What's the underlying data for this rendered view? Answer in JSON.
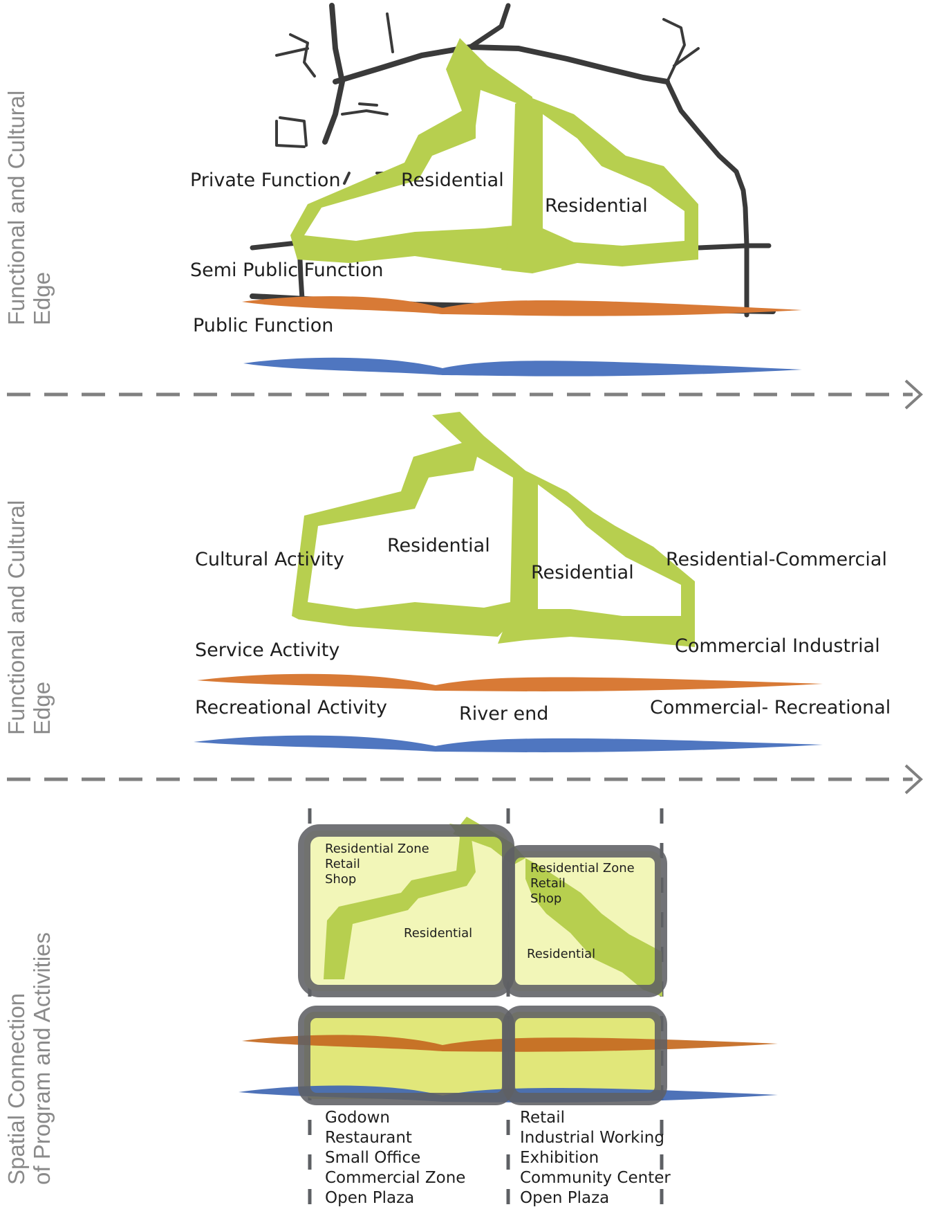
{
  "colors": {
    "green": "#b7cf4f",
    "orange": "#d87a36",
    "blue": "#4f76c0",
    "road": "#3a3a3a",
    "dash": "#808080",
    "zone_fill": "#f2f6b8",
    "zone_fill_strong": "#e1e77a",
    "zone_border": "#5e6064",
    "side_text": "#8a8a8a"
  },
  "side_titles": {
    "s1_line1": "Functional and Cultural",
    "s1_line2": "Edge",
    "s2_line1": "Functional and Cultural",
    "s2_line2": "Edge",
    "s3_line1": "Spatial Connection",
    "s3_line2": "of Program and Activities"
  },
  "section1": {
    "private": "Private Function",
    "residential_a": "Residential",
    "residential_b": "Residential",
    "semi_public": "Semi Public Function",
    "public": "Public Function"
  },
  "section2": {
    "cultural": "Cultural Activity",
    "residential_a": "Residential",
    "residential_b": "Residential",
    "res_commercial": "Residential-Commercial",
    "service": "Service Activity",
    "commercial_industrial": "Commercial Industrial",
    "recreational": "Recreational Activity",
    "river_end": "River end",
    "commercial_recreational": "Commercial- Recreational"
  },
  "section3": {
    "zone_left": {
      "l1": "Residential Zone",
      "l2": "Retail",
      "l3": "Shop",
      "center": "Residential"
    },
    "zone_right": {
      "l1": "Residential Zone",
      "l2": "Retail",
      "l3": "Shop",
      "center": "Residential"
    },
    "list_left": [
      "Godown",
      "Restaurant",
      "Small Office",
      "Commercial Zone",
      "Open Plaza"
    ],
    "list_right": [
      "Retail",
      "Industrial Working",
      "Exhibition",
      "Community Center",
      "Open Plaza"
    ]
  }
}
